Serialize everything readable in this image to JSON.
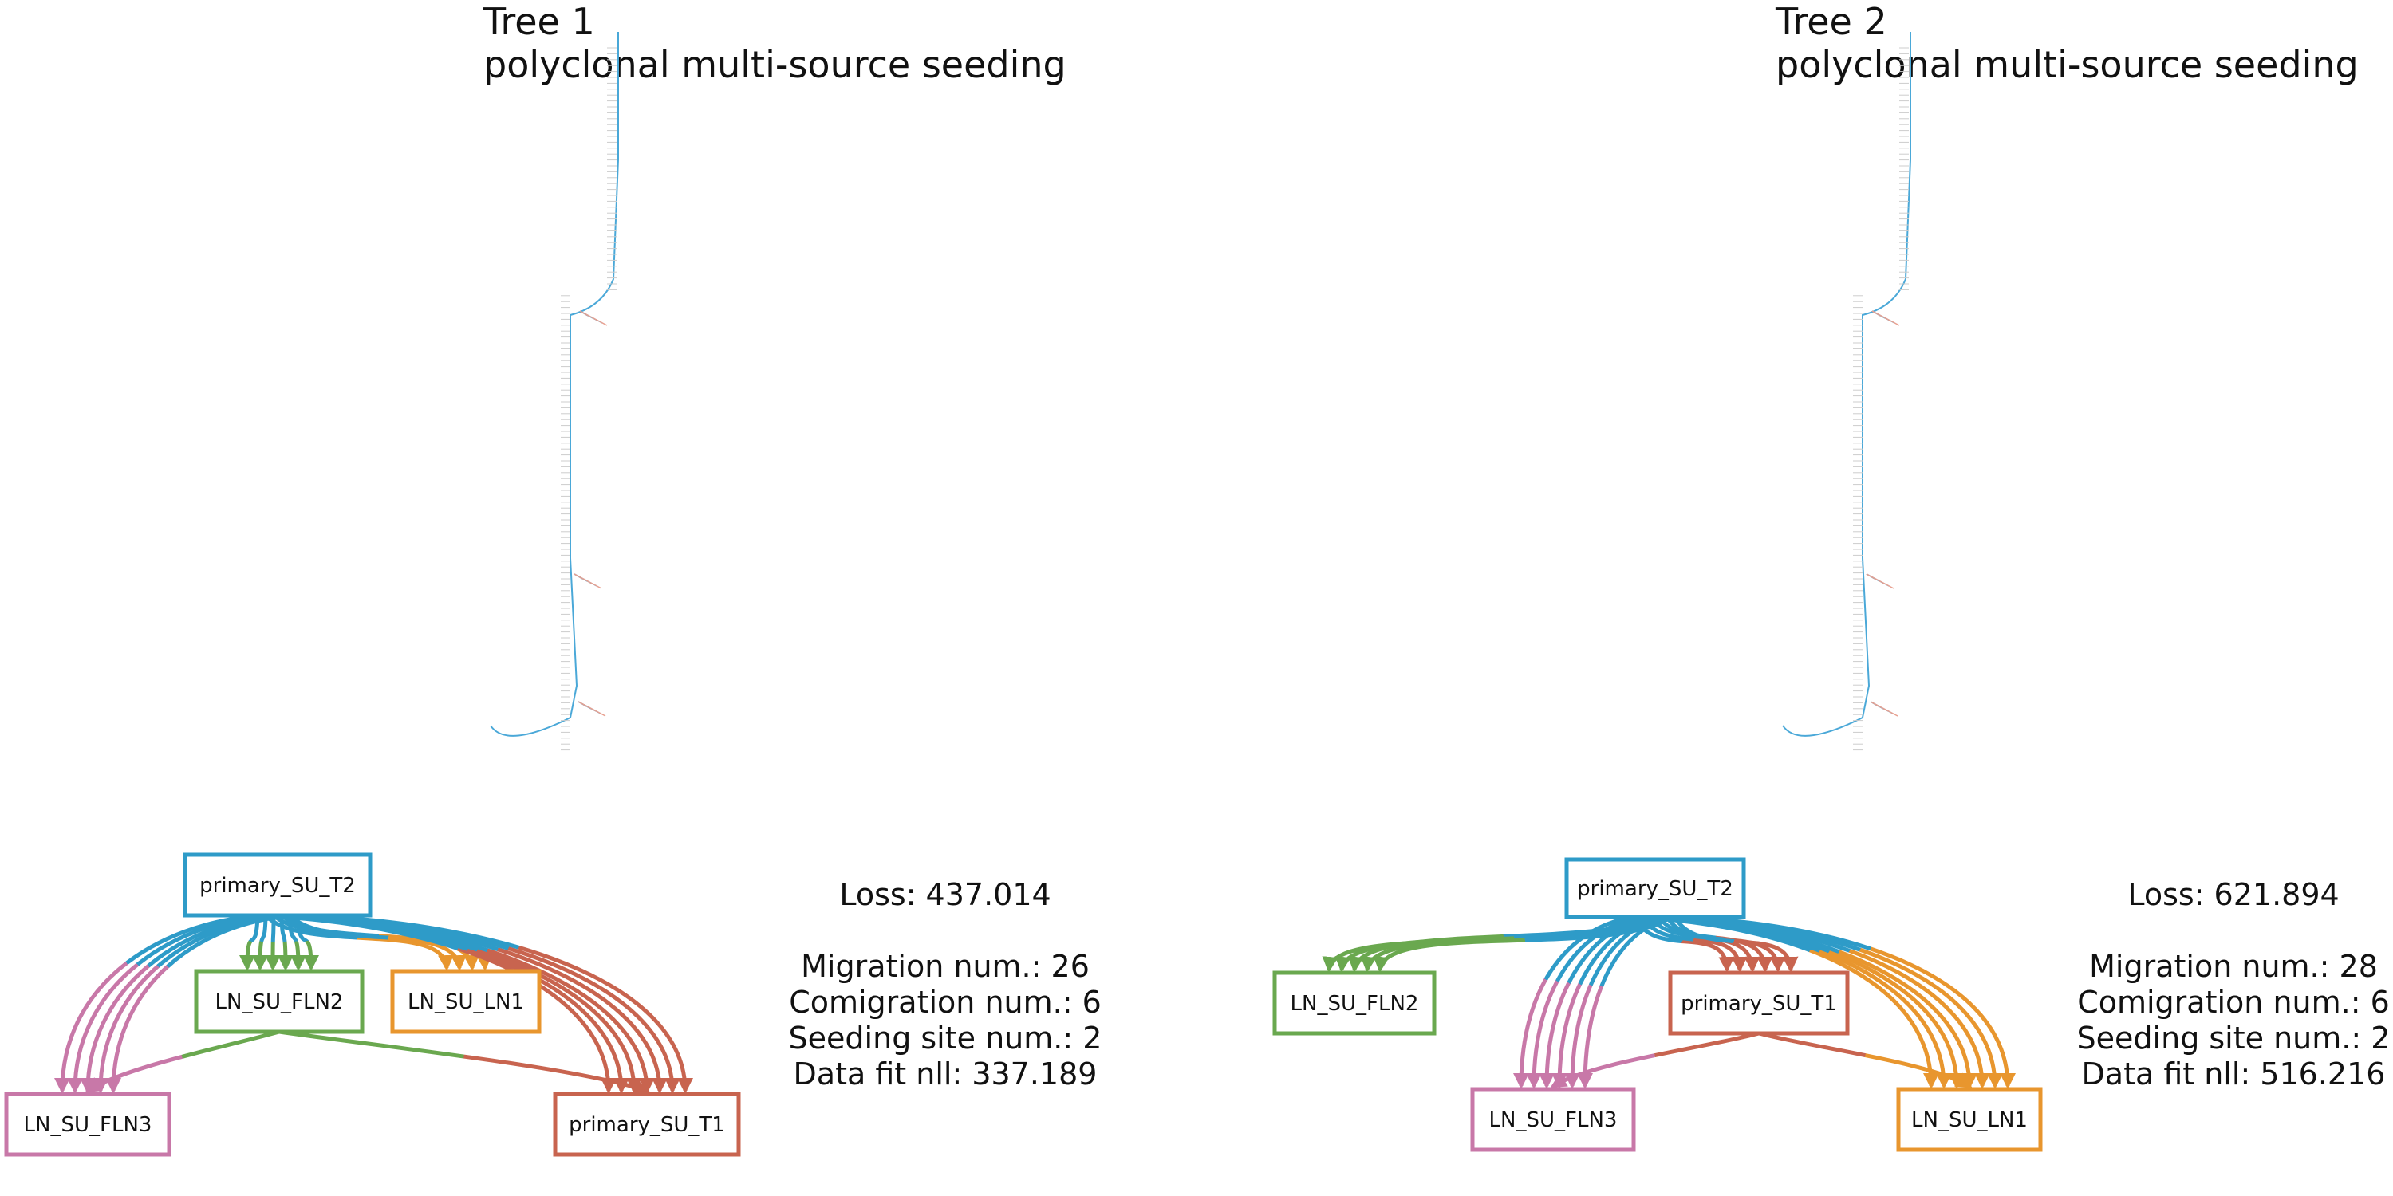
{
  "colors": {
    "blue": "#2e9bc8",
    "green": "#6aa84f",
    "orange": "#e8962e",
    "pink": "#c878a8",
    "red": "#c8644f",
    "tree_line": "#4aa8d8",
    "tree_leaf": "#cccccc"
  },
  "panels": [
    {
      "title": "Tree 1",
      "subtitle": "polyclonal multi-source seeding",
      "stats": {
        "loss": "Loss: 437.014",
        "migration": "Migration num.: 26",
        "comigration": "Comigration num.: 6",
        "seeding": "Seeding site num.: 2",
        "datafit": "Data fit nll: 337.189"
      },
      "nodes": [
        {
          "id": "p2",
          "label": "primary_SU_T2",
          "color": "blue"
        },
        {
          "id": "fln2",
          "label": "LN_SU_FLN2",
          "color": "green"
        },
        {
          "id": "ln1",
          "label": "LN_SU_LN1",
          "color": "orange"
        },
        {
          "id": "fln3",
          "label": "LN_SU_FLN3",
          "color": "pink"
        },
        {
          "id": "t1",
          "label": "primary_SU_T1",
          "color": "red"
        }
      ],
      "edges": [
        {
          "from": "p2",
          "to": "fln2",
          "count": 6,
          "color": "green"
        },
        {
          "from": "p2",
          "to": "ln1",
          "count": 4,
          "color": "orange"
        },
        {
          "from": "p2",
          "to": "fln3",
          "count": 5,
          "color": "pink"
        },
        {
          "from": "p2",
          "to": "t1",
          "count": 7,
          "color": "red"
        },
        {
          "from": "fln2",
          "to": "fln3",
          "count": 1,
          "color": "pink"
        },
        {
          "from": "fln2",
          "to": "t1",
          "count": 1,
          "color": "red"
        }
      ]
    },
    {
      "title": "Tree 2",
      "subtitle": "polyclonal multi-source seeding",
      "stats": {
        "loss": "Loss: 621.894",
        "migration": "Migration num.: 28",
        "comigration": "Comigration num.: 6",
        "seeding": "Seeding site num.: 2",
        "datafit": "Data fit nll: 516.216"
      },
      "nodes": [
        {
          "id": "p2",
          "label": "primary_SU_T2",
          "color": "blue"
        },
        {
          "id": "fln2",
          "label": "LN_SU_FLN2",
          "color": "green"
        },
        {
          "id": "t1",
          "label": "primary_SU_T1",
          "color": "red"
        },
        {
          "id": "fln3",
          "label": "LN_SU_FLN3",
          "color": "pink"
        },
        {
          "id": "ln1",
          "label": "LN_SU_LN1",
          "color": "orange"
        }
      ],
      "edges": [
        {
          "from": "p2",
          "to": "fln2",
          "count": 5,
          "color": "green"
        },
        {
          "from": "p2",
          "to": "t1",
          "count": 6,
          "color": "red"
        },
        {
          "from": "p2",
          "to": "fln3",
          "count": 6,
          "color": "pink"
        },
        {
          "from": "p2",
          "to": "ln1",
          "count": 7,
          "color": "orange"
        },
        {
          "from": "t1",
          "to": "fln3",
          "count": 1,
          "color": "pink"
        },
        {
          "from": "t1",
          "to": "ln1",
          "count": 1,
          "color": "orange"
        }
      ]
    }
  ]
}
